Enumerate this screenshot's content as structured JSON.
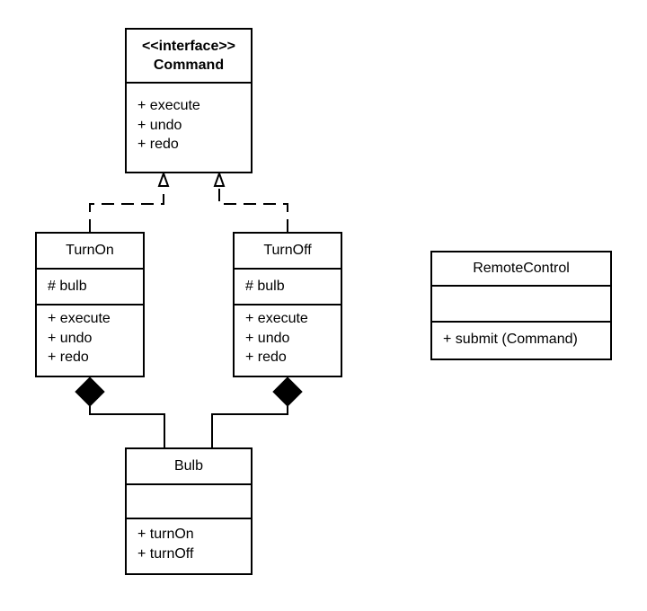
{
  "classes": {
    "command": {
      "stereotype": "<<interface>>",
      "name": "Command",
      "attributes": [],
      "methods": [
        "+ execute",
        "+ undo",
        "+ redo"
      ]
    },
    "turn_on": {
      "name": "TurnOn",
      "attributes": [
        "# bulb"
      ],
      "methods": [
        "+ execute",
        "+ undo",
        "+ redo"
      ]
    },
    "turn_off": {
      "name": "TurnOff",
      "attributes": [
        "# bulb"
      ],
      "methods": [
        "+ execute",
        "+ undo",
        "+ redo"
      ]
    },
    "remote_control": {
      "name": "RemoteControl",
      "attributes": [],
      "methods": [
        "+ submit (Command)"
      ]
    },
    "bulb": {
      "name": "Bulb",
      "attributes": [],
      "methods": [
        "+ turnOn",
        "+ turnOff"
      ]
    }
  },
  "relationships": [
    {
      "type": "realization",
      "from": "TurnOn",
      "to": "Command"
    },
    {
      "type": "realization",
      "from": "TurnOff",
      "to": "Command"
    },
    {
      "type": "composition",
      "whole": "TurnOn",
      "part": "Bulb"
    },
    {
      "type": "composition",
      "whole": "TurnOff",
      "part": "Bulb"
    }
  ]
}
